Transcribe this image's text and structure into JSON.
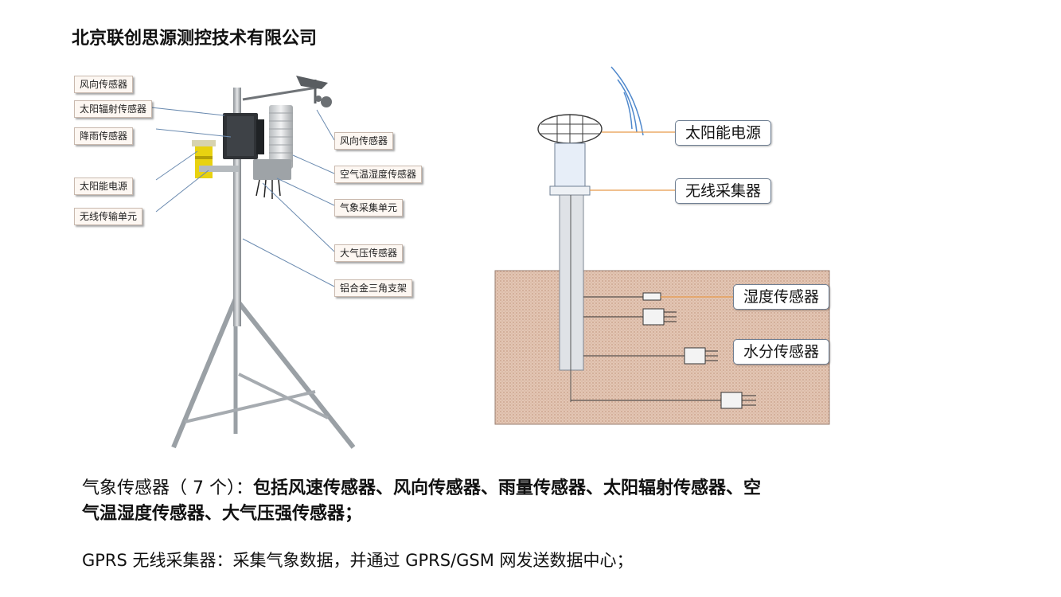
{
  "header": {
    "company": "北京联创思源测控技术有限公司"
  },
  "station_labels": {
    "wind_speed": "风向传感器",
    "solar_radiation": "太阳辐射传感器",
    "rain": "降雨传感器",
    "solar_power": "太阳能电源",
    "wireless_unit": "无线传输单元",
    "wind_direction": "风向传感器",
    "air_temp_humidity": "空气温湿度传感器",
    "weather_unit": "气象采集单元",
    "pressure": "大气压传感器",
    "tripod": "铝合金三角支架"
  },
  "diagram_labels": {
    "solar_power": "太阳能电源",
    "wireless_collector": "无线采集器",
    "humidity_sensor": "湿度传感器",
    "moisture_sensor": "水分传感器"
  },
  "description": {
    "line1_prefix": "气象传感器（ 7 个）：",
    "line1_bold": "包括风速传感器、风向传感器、雨量传感器、太阳辐射传感器、空",
    "line2_bold": "气温湿度传感器、大气压强传感器；",
    "line3": "GPRS 无线采集器：采集气象数据，并通过 GPRS/GSM 网发送数据中心；"
  },
  "colors": {
    "soil": "#d9b9a6",
    "leader_line": "#e89a4a",
    "label_border": "#6f7f93"
  }
}
